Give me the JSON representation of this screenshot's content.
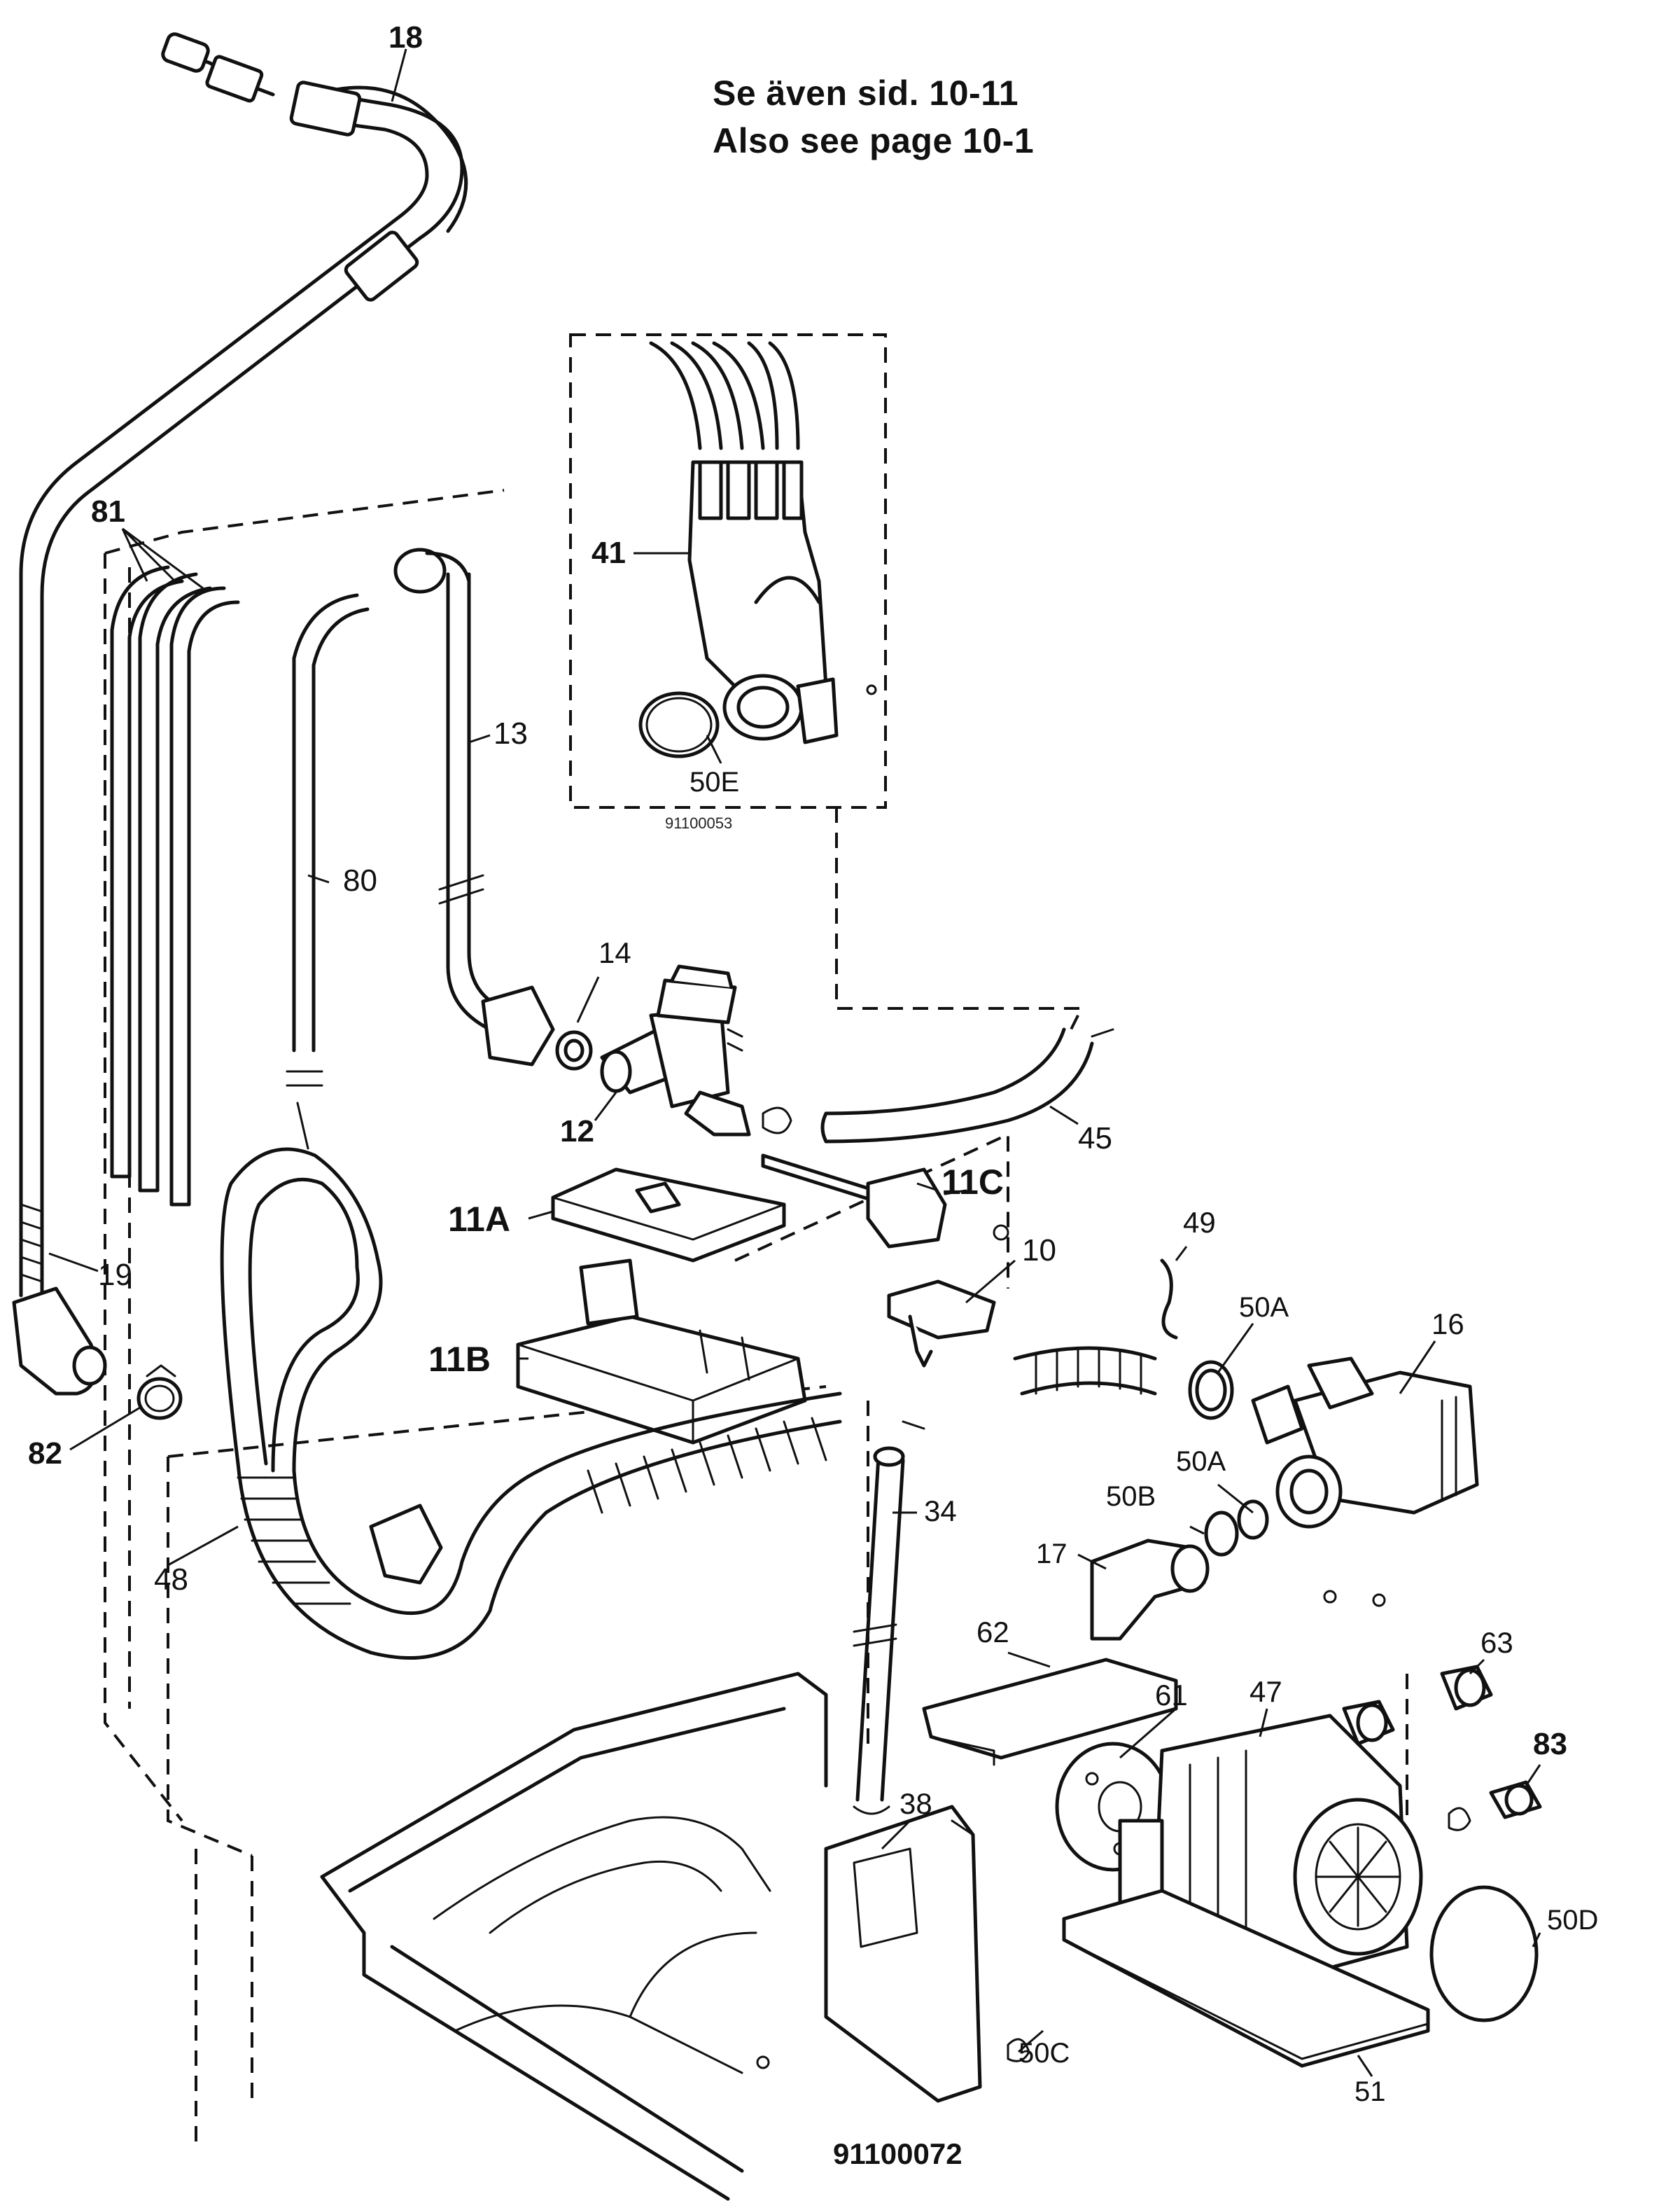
{
  "note": {
    "line1": "Se även sid. 10-11",
    "line2": "Also see page 10-1"
  },
  "inset": {
    "doc_number": "91100053"
  },
  "figure": {
    "doc_number": "91100072"
  },
  "callouts": {
    "c18": "18",
    "c81": "81",
    "c19": "19",
    "c82": "82",
    "c48": "48",
    "c80": "80",
    "c13": "13",
    "c41": "41",
    "c50E": "50E",
    "c14": "14",
    "c12": "12",
    "c45": "45",
    "c11A": "11A",
    "c11B": "11B",
    "c11C": "11C",
    "c10": "10",
    "c49": "49",
    "c50A_1": "50A",
    "c50A_2": "50A",
    "c16": "16",
    "c50B": "50B",
    "c17": "17",
    "c34": "34",
    "c62": "62",
    "c61": "61",
    "c47": "47",
    "c63": "63",
    "c83": "83",
    "c38": "38",
    "c50C": "50C",
    "c50D": "50D",
    "c51": "51"
  }
}
